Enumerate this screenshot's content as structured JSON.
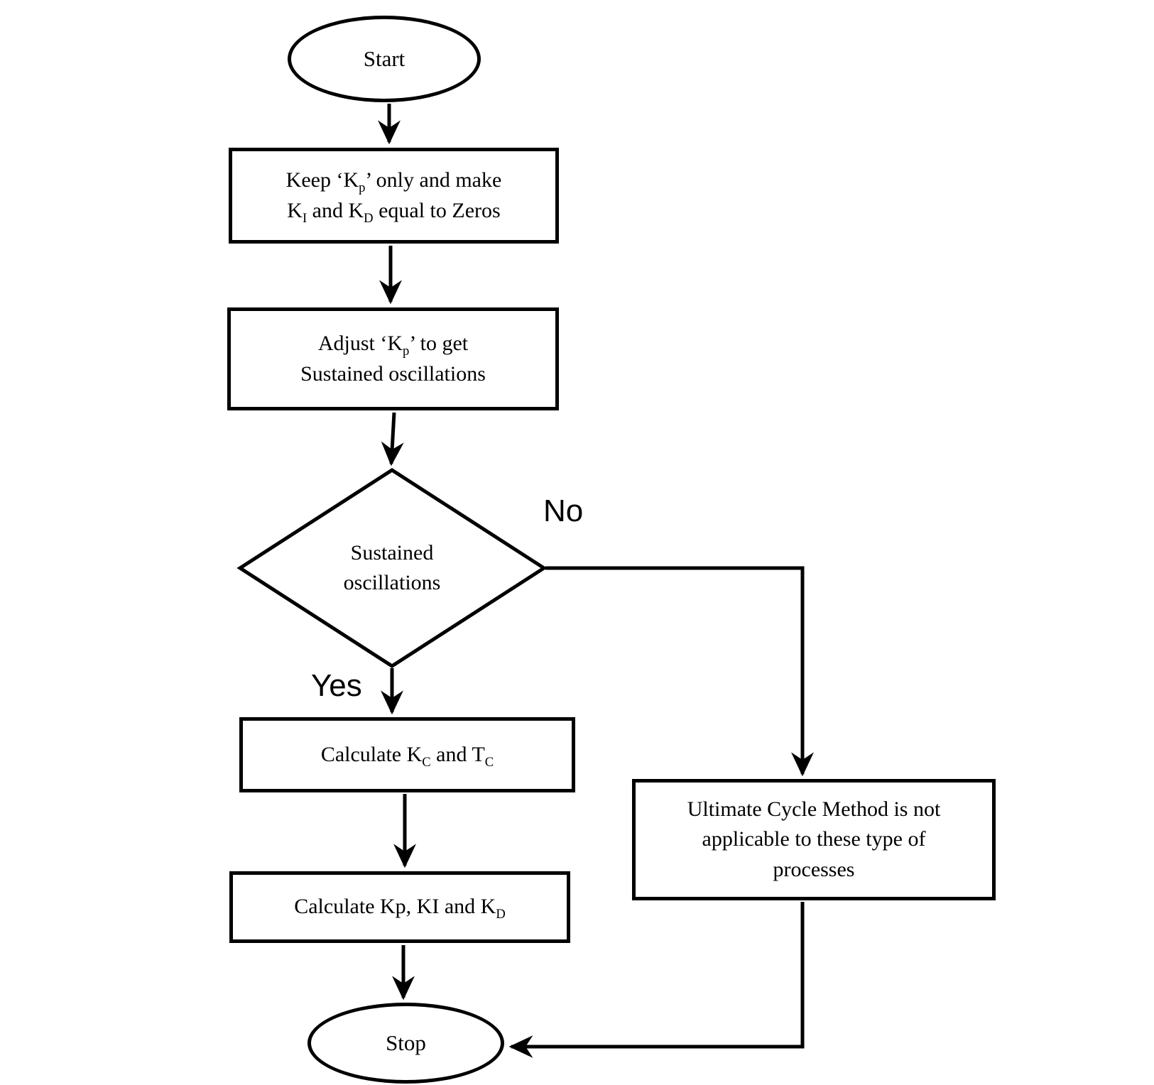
{
  "diagram": {
    "type": "flowchart",
    "background": "#ffffff",
    "stroke_color": "#000000",
    "text_color": "#000000",
    "nodes": {
      "start": {
        "shape": "terminator",
        "text": "Start"
      },
      "keep_kp": {
        "shape": "process",
        "parts": [
          {
            "t": "Keep ‘K"
          },
          {
            "t": "p",
            "sub": true
          },
          {
            "t": "’ only and make"
          },
          {
            "br": true
          },
          {
            "t": "K"
          },
          {
            "t": "I",
            "sub": true
          },
          {
            "t": " and K"
          },
          {
            "t": "D",
            "sub": true
          },
          {
            "t": " equal to Zeros"
          }
        ]
      },
      "adjust_kp": {
        "shape": "process",
        "parts": [
          {
            "t": "Adjust ‘K"
          },
          {
            "t": "p",
            "sub": true
          },
          {
            "t": "’ to get"
          },
          {
            "br": true
          },
          {
            "t": "Sustained oscillations"
          }
        ]
      },
      "sustained_decision": {
        "shape": "decision",
        "parts": [
          {
            "t": "Sustained"
          },
          {
            "br": true
          },
          {
            "t": "oscillations"
          }
        ]
      },
      "calc_kc_tc": {
        "shape": "process",
        "parts": [
          {
            "t": "Calculate K"
          },
          {
            "t": "C",
            "sub": true
          },
          {
            "t": " and T"
          },
          {
            "t": "C",
            "sub": true
          }
        ]
      },
      "calc_kp_ki_kd": {
        "shape": "process",
        "parts": [
          {
            "t": "Calculate Kp, KI and K"
          },
          {
            "t": "D",
            "sub": true
          }
        ]
      },
      "not_applicable": {
        "shape": "process",
        "parts": [
          {
            "t": "Ultimate Cycle Method is not"
          },
          {
            "br": true
          },
          {
            "t": "applicable to these type of"
          },
          {
            "br": true
          },
          {
            "t": "processes"
          }
        ]
      },
      "stop": {
        "shape": "terminator",
        "text": "Stop"
      }
    },
    "edges": {
      "yes_label": "Yes",
      "no_label": "No",
      "flow": [
        {
          "from": "start",
          "to": "keep_kp"
        },
        {
          "from": "keep_kp",
          "to": "adjust_kp"
        },
        {
          "from": "adjust_kp",
          "to": "sustained_decision"
        },
        {
          "from": "sustained_decision",
          "to": "calc_kc_tc",
          "label": "Yes"
        },
        {
          "from": "sustained_decision",
          "to": "not_applicable",
          "label": "No"
        },
        {
          "from": "calc_kc_tc",
          "to": "calc_kp_ki_kd"
        },
        {
          "from": "calc_kp_ki_kd",
          "to": "stop"
        },
        {
          "from": "not_applicable",
          "to": "stop"
        }
      ]
    }
  }
}
